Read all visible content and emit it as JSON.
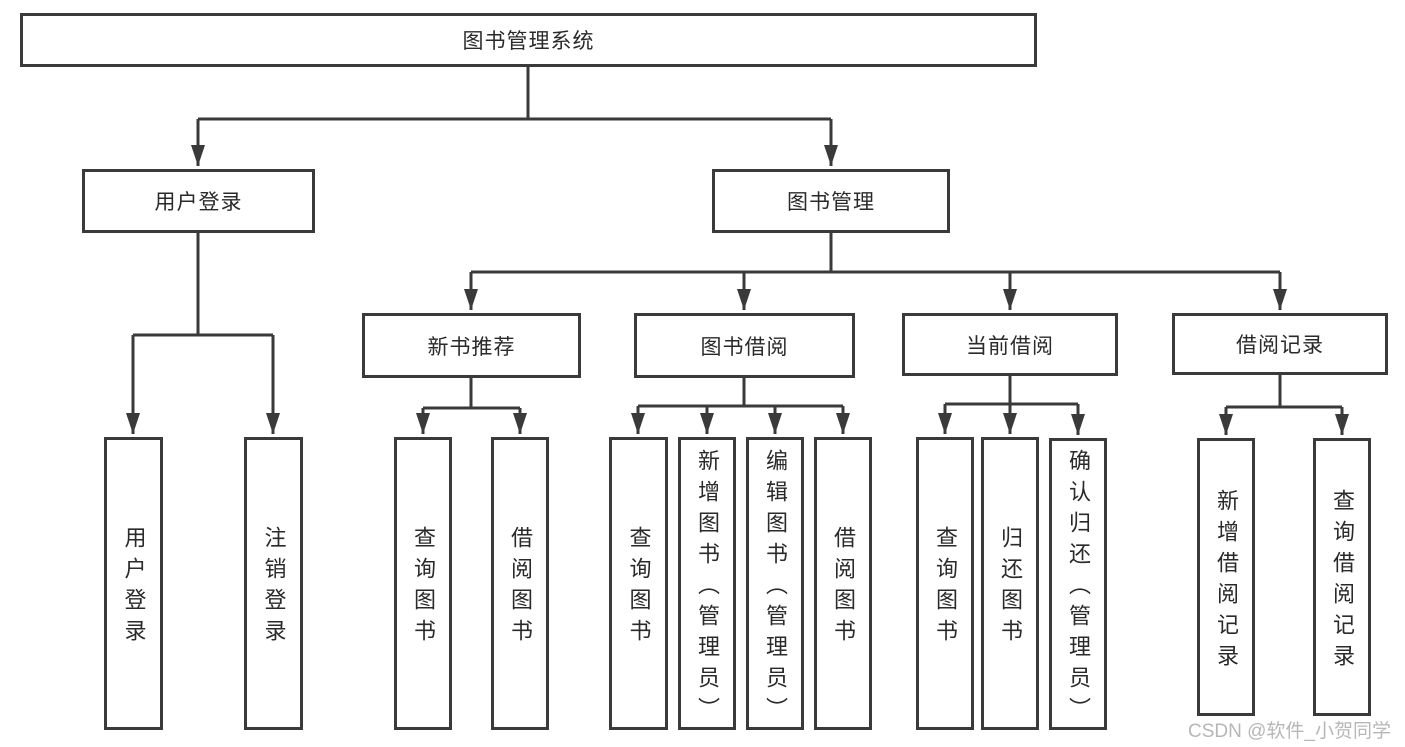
{
  "diagram": {
    "root": "图书管理系统",
    "level2": [
      "用户登录",
      "图书管理"
    ],
    "level3": [
      "新书推荐",
      "图书借阅",
      "当前借阅",
      "借阅记录"
    ],
    "leaves_login": [
      "用户登录",
      "注销登录"
    ],
    "leaves_newbook": [
      "查询图书",
      "借阅图书"
    ],
    "leaves_borrow": [
      "查询图书",
      "新增图书（管理员）",
      "编辑图书（管理员）",
      "借阅图书"
    ],
    "leaves_current": [
      "查询图书",
      "归还图书",
      "确认归还（管理员）"
    ],
    "leaves_record": [
      "新增借阅记录",
      "查询借阅记录"
    ]
  },
  "watermark": "CSDN @软件_小贺同学",
  "colors": {
    "line": "#3a3a3a",
    "text": "#2a2a2a",
    "box_background": "#ffffff",
    "watermark": "#aaaaaa",
    "background": "#ffffff"
  }
}
